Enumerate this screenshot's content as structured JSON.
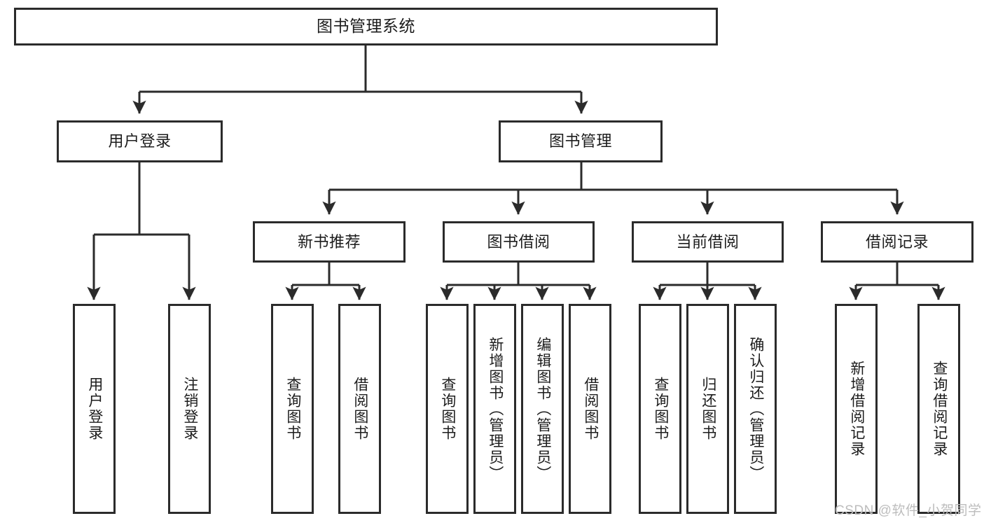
{
  "diagram": {
    "title": "图书管理系统",
    "type": "hierarchy-tree",
    "orientation": "top-down",
    "box_border_color": "#2b2b2b",
    "box_fill_color": "#ffffff",
    "connector_color": "#2b2b2b",
    "background_color": "#ffffff"
  },
  "nodes": {
    "root": {
      "label": "图书管理系统",
      "level": 1
    },
    "user_login": {
      "label": "用户登录",
      "level": 2
    },
    "book_manage": {
      "label": "图书管理",
      "level": 2
    },
    "new_book_rec": {
      "label": "新书推荐",
      "level": 3
    },
    "book_borrow": {
      "label": "图书借阅",
      "level": 3
    },
    "current_borrow": {
      "label": "当前借阅",
      "level": 3
    },
    "borrow_record": {
      "label": "借阅记录",
      "level": 3
    },
    "leaf_user_login": {
      "label": "用户登录",
      "level": 3
    },
    "leaf_logout": {
      "label": "注销登录",
      "level": 3
    },
    "leaf_query_book_1": {
      "label": "查询图书",
      "level": 4
    },
    "leaf_borrow_book_1": {
      "label": "借阅图书",
      "level": 4
    },
    "leaf_query_book_2": {
      "label": "查询图书",
      "level": 4
    },
    "leaf_add_book": {
      "label": "新增图书（管理员）",
      "level": 4
    },
    "leaf_edit_book": {
      "label": "编辑图书（管理员）",
      "level": 4
    },
    "leaf_borrow_book_2": {
      "label": "借阅图书",
      "level": 4
    },
    "leaf_query_book_3": {
      "label": "查询图书",
      "level": 4
    },
    "leaf_return_book": {
      "label": "归还图书",
      "level": 4
    },
    "leaf_confirm_return": {
      "label": "确认归还（管理员）",
      "level": 4
    },
    "leaf_add_record": {
      "label": "新增借阅记录",
      "level": 4
    },
    "leaf_query_record": {
      "label": "查询借阅记录",
      "level": 4
    }
  },
  "edges": [
    {
      "from": "root",
      "to": "user_login"
    },
    {
      "from": "root",
      "to": "book_manage"
    },
    {
      "from": "user_login",
      "to": "leaf_user_login"
    },
    {
      "from": "user_login",
      "to": "leaf_logout"
    },
    {
      "from": "book_manage",
      "to": "new_book_rec"
    },
    {
      "from": "book_manage",
      "to": "book_borrow"
    },
    {
      "from": "book_manage",
      "to": "current_borrow"
    },
    {
      "from": "book_manage",
      "to": "borrow_record"
    },
    {
      "from": "new_book_rec",
      "to": "leaf_query_book_1"
    },
    {
      "from": "new_book_rec",
      "to": "leaf_borrow_book_1"
    },
    {
      "from": "book_borrow",
      "to": "leaf_query_book_2"
    },
    {
      "from": "book_borrow",
      "to": "leaf_add_book"
    },
    {
      "from": "book_borrow",
      "to": "leaf_edit_book"
    },
    {
      "from": "book_borrow",
      "to": "leaf_borrow_book_2"
    },
    {
      "from": "current_borrow",
      "to": "leaf_query_book_3"
    },
    {
      "from": "current_borrow",
      "to": "leaf_return_book"
    },
    {
      "from": "current_borrow",
      "to": "leaf_confirm_return"
    },
    {
      "from": "borrow_record",
      "to": "leaf_add_record"
    },
    {
      "from": "borrow_record",
      "to": "leaf_query_record"
    }
  ],
  "watermark": {
    "text": "CSDN @软件_小贺同学"
  }
}
